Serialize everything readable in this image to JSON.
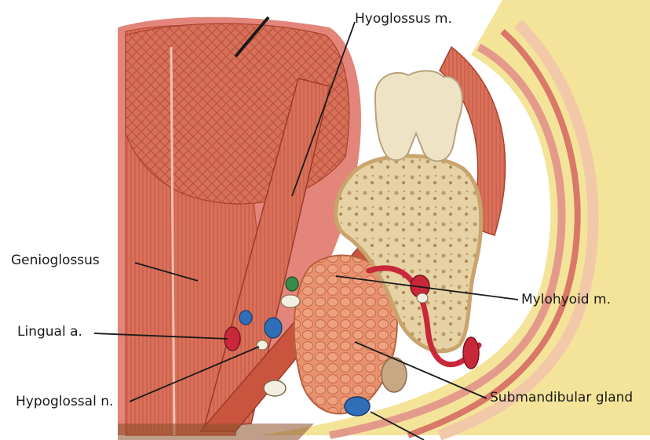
{
  "labels": {
    "hyoglossus": "Hyoglossus m.",
    "genioglossus": "Genioglossus",
    "lingual_artery": "Lingual a.",
    "hypoglossal_nerve": "Hypoglossal n.",
    "mylohyoid": "Mylohyoid m.",
    "submandibular_gland": "Submandibular gland"
  },
  "colors": {
    "muscle": "#d9705a",
    "muscle_dark": "#b84a3a",
    "bone": "#e8d4a8",
    "tooth": "#efe3c6",
    "fat": "#f4e49a",
    "gland": "#e89470",
    "artery": "#c8283a",
    "vein": "#2f6fb8",
    "nerve": "#f3efe0",
    "leader": "#1a1a1a"
  }
}
